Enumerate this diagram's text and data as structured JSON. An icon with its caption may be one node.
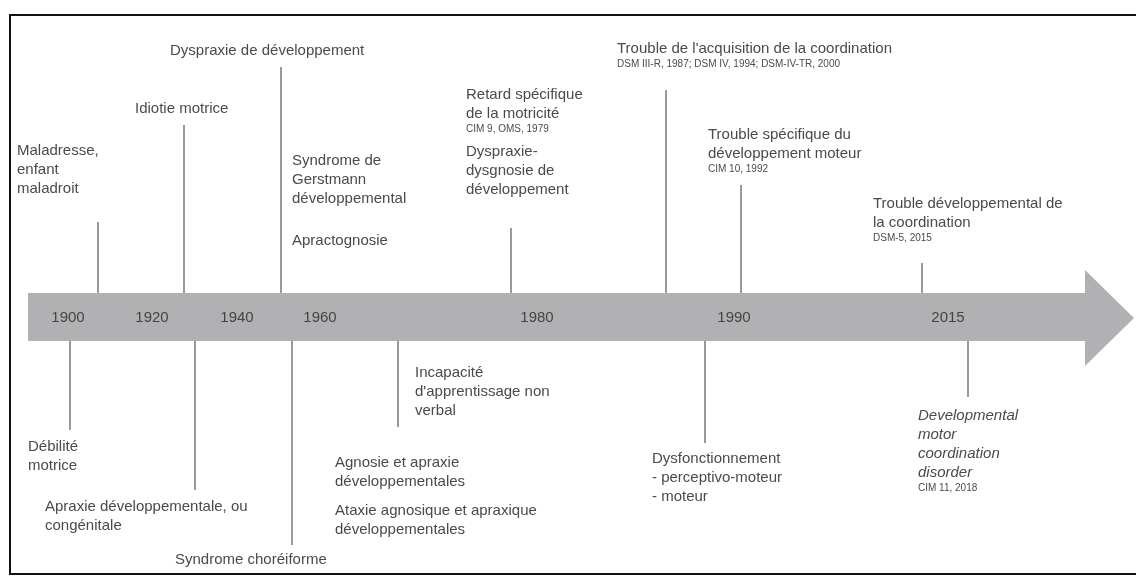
{
  "diagram": {
    "nodes": [
      {
        "text": [
          "1900",
          "1920",
          "1940",
          "1960",
          "1980",
          "1990",
          "2015"
        ]
      },
      {
        "text": [
          "Maladresse, enfant maladroit"
        ]
      },
      {
        "text": [
          "Idiotie motrice"
        ]
      },
      {
        "text": [
          "Dyspraxie de développement"
        ]
      },
      {
        "text": [
          "Retard spécifique de la motricité",
          "CIM 9, OMS, 1979",
          "Dyspraxie-dysgnosie de développement"
        ]
      },
      {
        "text": [
          "Trouble de l'acquisition de la coordination",
          "DSM III-R, 1987; DSM IV, 1994; DSM-IV-TR, 2000"
        ]
      },
      {
        "text": [
          "Trouble spécifique du développement moteur",
          "CIM 10, 1992"
        ]
      },
      {
        "text": [
          "Trouble développemental de la coordination",
          "DSM-5, 2015"
        ]
      },
      {
        "text": [
          "Débilité motrice"
        ]
      },
      {
        "text": [
          "Apraxie développementale, ou congénitale"
        ]
      },
      {
        "text": [
          "Syndrome choréiforme"
        ]
      },
      {
        "text": [
          "Incapacité d'apprentissage non verbal"
        ]
      },
      {
        "text": [
          "Dysfonctionnement",
          "- perceptivo-moteur",
          "- moteur"
        ]
      },
      {
        "text": [
          "Developmental motor coordination disorder",
          "CIM 11, 2018"
        ]
      }
    ],
    "edges": [
      {
        "from": 1,
        "to": 0,
        "arrow": "none"
      },
      {
        "from": 2,
        "to": 0,
        "arrow": "none"
      },
      {
        "from": 3,
        "to": 0,
        "arrow": "none"
      },
      {
        "from": 4,
        "to": 0,
        "arrow": "none"
      },
      {
        "from": 5,
        "to": 0,
        "arrow": "none"
      },
      {
        "from": 6,
        "to": 0,
        "arrow": "none"
      },
      {
        "from": 7,
        "to": 0,
        "arrow": "none"
      },
      {
        "from": 8,
        "to": 0,
        "arrow": "none"
      },
      {
        "from": 9,
        "to": 0,
        "arrow": "none"
      },
      {
        "from": 10,
        "to": 0,
        "arrow": "none"
      },
      {
        "from": 11,
        "to": 0,
        "arrow": "none"
      },
      {
        "from": 12,
        "to": 0,
        "arrow": "none"
      },
      {
        "from": 13,
        "to": 0,
        "arrow": "none"
      }
    ],
    "labels": [
      "Syndrome de Gerstmann développemental",
      "Apractognosie",
      "Agnosie et apraxie développementales",
      "Ataxie agnosique et apraxique développementales"
    ]
  }
}
